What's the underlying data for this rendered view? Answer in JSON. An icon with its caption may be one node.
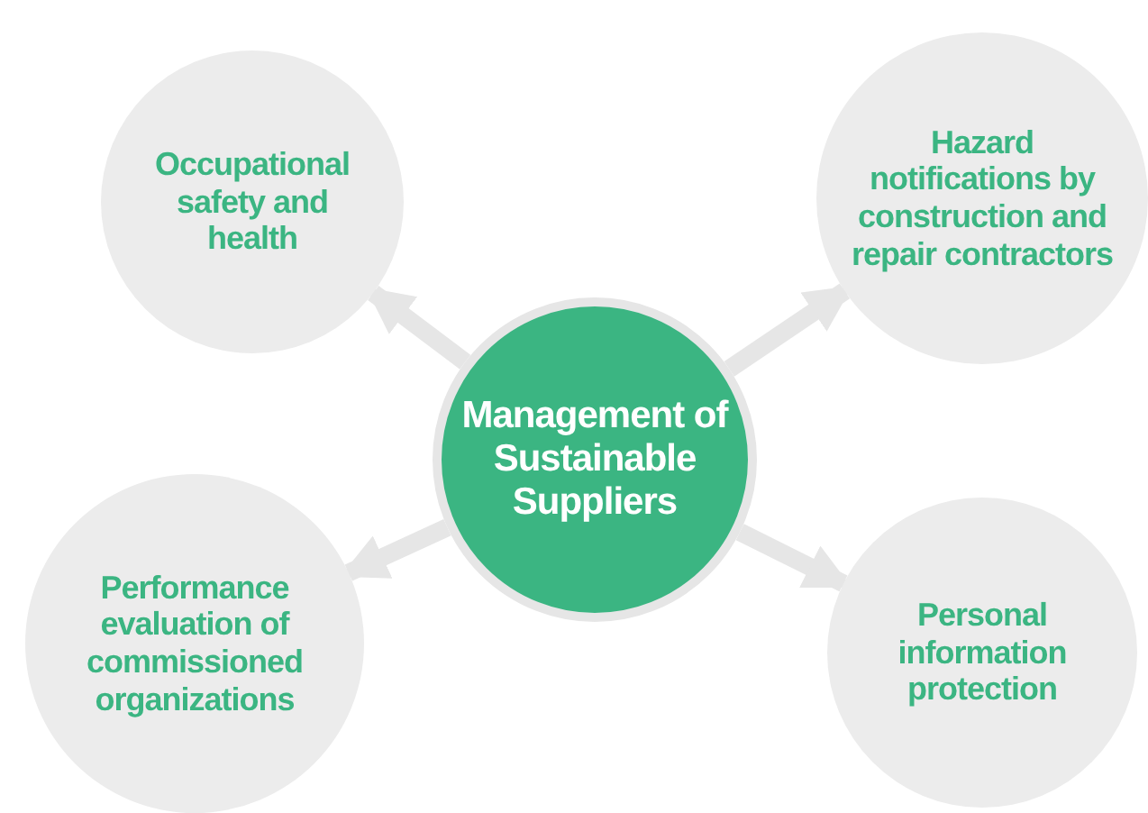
{
  "diagram": {
    "nodes": [
      {
        "text": [
          "Occupational safety and health"
        ]
      },
      {
        "text": [
          "Hazard notifications by construction and repair contractors"
        ]
      },
      {
        "text": [
          "Management of Sustainable Suppliers"
        ]
      },
      {
        "text": [
          "Performance evaluation of commissioned organizations"
        ]
      },
      {
        "text": [
          "Personal information protection"
        ]
      }
    ],
    "edges": [
      {
        "from": 2,
        "to": 0,
        "arrow": "to"
      },
      {
        "from": 2,
        "to": 1,
        "arrow": "to"
      },
      {
        "from": 2,
        "to": 3,
        "arrow": "to"
      },
      {
        "from": 2,
        "to": 4,
        "arrow": "to"
      }
    ]
  }
}
